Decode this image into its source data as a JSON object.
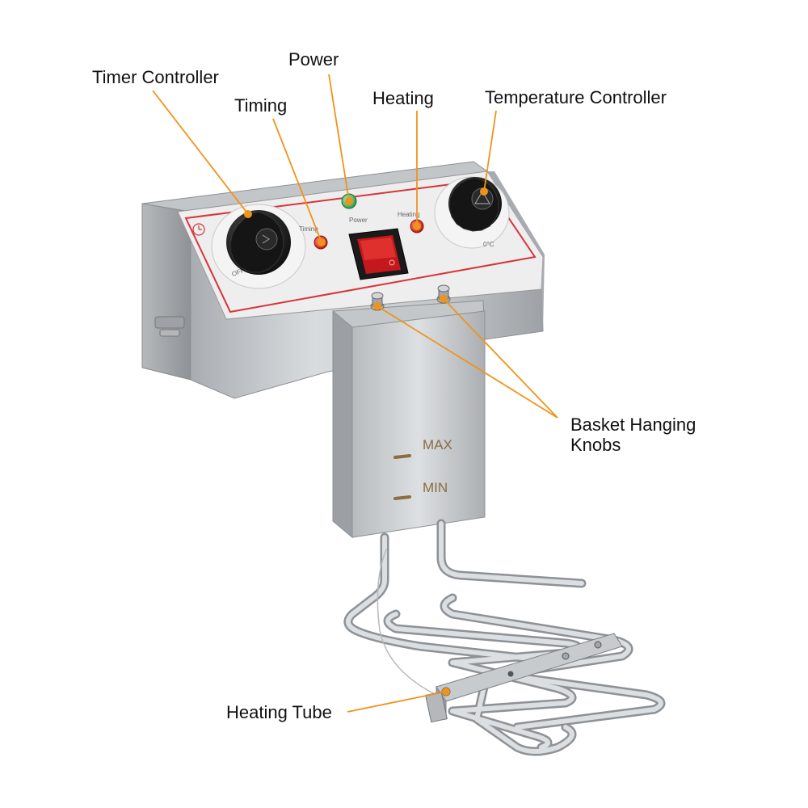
{
  "colors": {
    "accent": "#F0931A",
    "steel": "#C9CCCF",
    "panel": "#F2F2F2",
    "panel_border": "#D8343A",
    "knob": "#1C1C1C",
    "switch": "#C4181C"
  },
  "callouts": {
    "timer_controller": "Timer Controller",
    "power": "Power",
    "timing": "Timing",
    "heating": "Heating",
    "temperature_controller": "Temperature Controller",
    "basket_knobs_line1": "Basket Hanging",
    "basket_knobs_line2": "Knobs",
    "heating_tube": "Heating Tube"
  },
  "panel_labels": {
    "timing": "Timing",
    "power": "Power",
    "heating": "Heating",
    "temp_min": "0°C",
    "timer_off": "OFF"
  },
  "level_marks": {
    "max": "MAX",
    "min": "MIN"
  },
  "indicators": {
    "power_light": "#3DBE5A",
    "timing_light": "#E5291C",
    "heating_light": "#E5291C"
  }
}
